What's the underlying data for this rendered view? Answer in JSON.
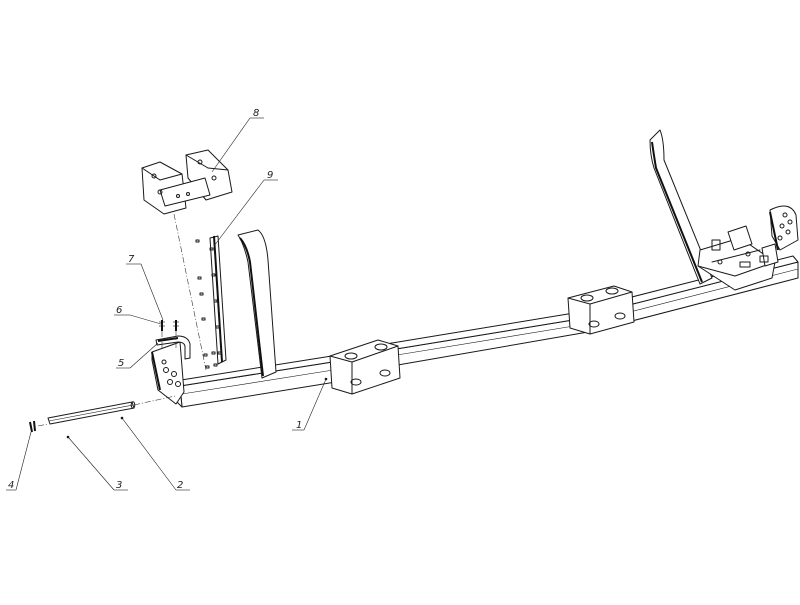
{
  "diagram": {
    "type": "exploded-assembly-drawing",
    "callouts": [
      {
        "id": "c1",
        "label": "1"
      },
      {
        "id": "c2",
        "label": "2"
      },
      {
        "id": "c3",
        "label": "3"
      },
      {
        "id": "c4",
        "label": "4"
      },
      {
        "id": "c5",
        "label": "5"
      },
      {
        "id": "c6",
        "label": "6"
      },
      {
        "id": "c7",
        "label": "7"
      },
      {
        "id": "c8",
        "label": "8"
      },
      {
        "id": "c9",
        "label": "9"
      }
    ]
  }
}
